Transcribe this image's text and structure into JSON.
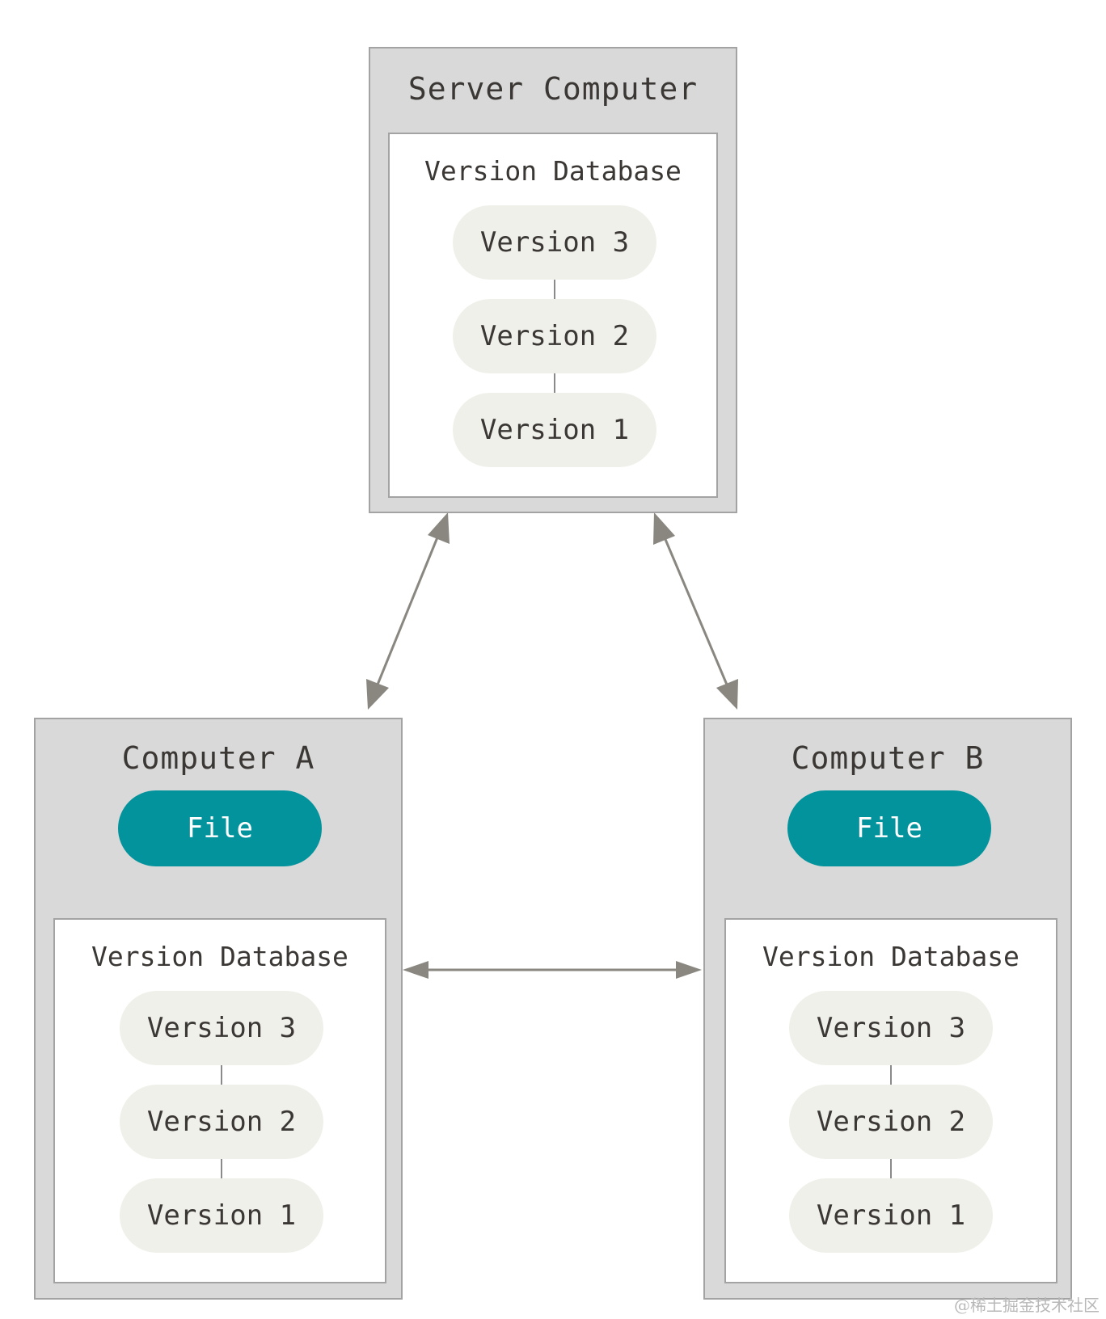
{
  "server": {
    "title": "Server Computer",
    "db_title": "Version Database",
    "versions": [
      "Version 3",
      "Version 2",
      "Version 1"
    ]
  },
  "computer_a": {
    "title": "Computer A",
    "file_label": "File",
    "db_title": "Version Database",
    "versions": [
      "Version 3",
      "Version 2",
      "Version 1"
    ]
  },
  "computer_b": {
    "title": "Computer B",
    "file_label": "File",
    "db_title": "Version Database",
    "versions": [
      "Version 3",
      "Version 2",
      "Version 1"
    ]
  },
  "watermark": "@稀土掘金技术社区",
  "colors": {
    "computer_bg": "#d9d9d9",
    "border": "#a3a3a3",
    "version_pill": "#f0f0eb",
    "file_pill": "#03939c",
    "arrow": "#8a8780",
    "text": "#3a3734"
  }
}
